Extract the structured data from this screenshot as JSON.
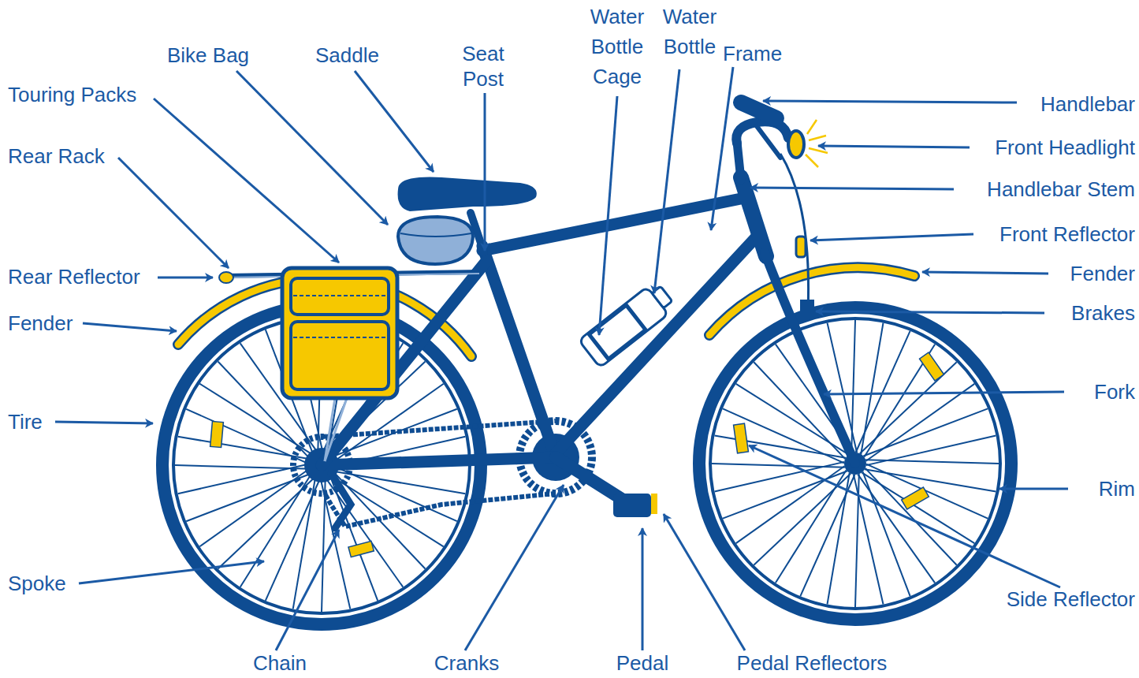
{
  "diagram": {
    "labels": [
      "Bike Bag",
      "Saddle",
      "Seat Post",
      "Water Bottle Cage",
      "Water Bottle",
      "Frame",
      "Touring Packs",
      "Handlebar",
      "Front Headlight",
      "Rear Rack",
      "Handlebar Stem",
      "Front Reflector",
      "Rear Reflector",
      "Fender",
      "Fender",
      "Brakes",
      "Tire",
      "Fork",
      "Rim",
      "Spoke",
      "Side Reflector",
      "Chain",
      "Cranks",
      "Pedal",
      "Pedal Reflectors"
    ]
  }
}
